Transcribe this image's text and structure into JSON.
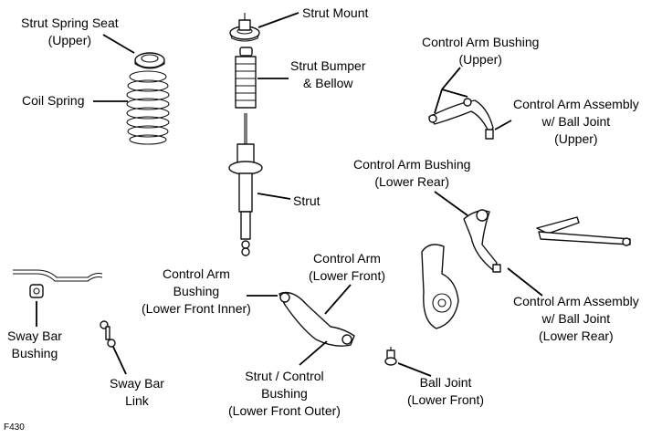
{
  "labels": {
    "strut_spring_seat": [
      "Strut Spring Seat",
      "(Upper)"
    ],
    "coil_spring": [
      "Coil Spring"
    ],
    "strut_mount": [
      "Strut Mount"
    ],
    "strut_bumper": [
      "Strut Bumper",
      "& Bellow"
    ],
    "strut": [
      "Strut"
    ],
    "ca_bushing_upper": [
      "Control Arm Bushing",
      "(Upper)"
    ],
    "ca_assembly_upper": [
      "Control Arm Assembly",
      "w/ Ball Joint",
      "(Upper)"
    ],
    "ca_bushing_lower_rear": [
      "Control Arm Bushing",
      "(Lower Rear)"
    ],
    "control_arm_lower_front": [
      "Control Arm",
      "(Lower Front)"
    ],
    "ca_bushing_lower_front_inner": [
      "Control Arm",
      "Bushing",
      "(Lower Front Inner)"
    ],
    "ca_assembly_lower_rear": [
      "Control Arm Assembly",
      "w/ Ball Joint",
      "(Lower Rear)"
    ],
    "sway_bar_bushing": [
      "Sway Bar",
      "Bushing"
    ],
    "sway_bar_link": [
      "Sway Bar",
      "Link"
    ],
    "strut_control_bushing": [
      "Strut / Control",
      "Bushing",
      "(Lower Front Outer)"
    ],
    "ball_joint_lower_front": [
      "Ball Joint",
      "(Lower Front)"
    ]
  },
  "figure_id": "F430"
}
